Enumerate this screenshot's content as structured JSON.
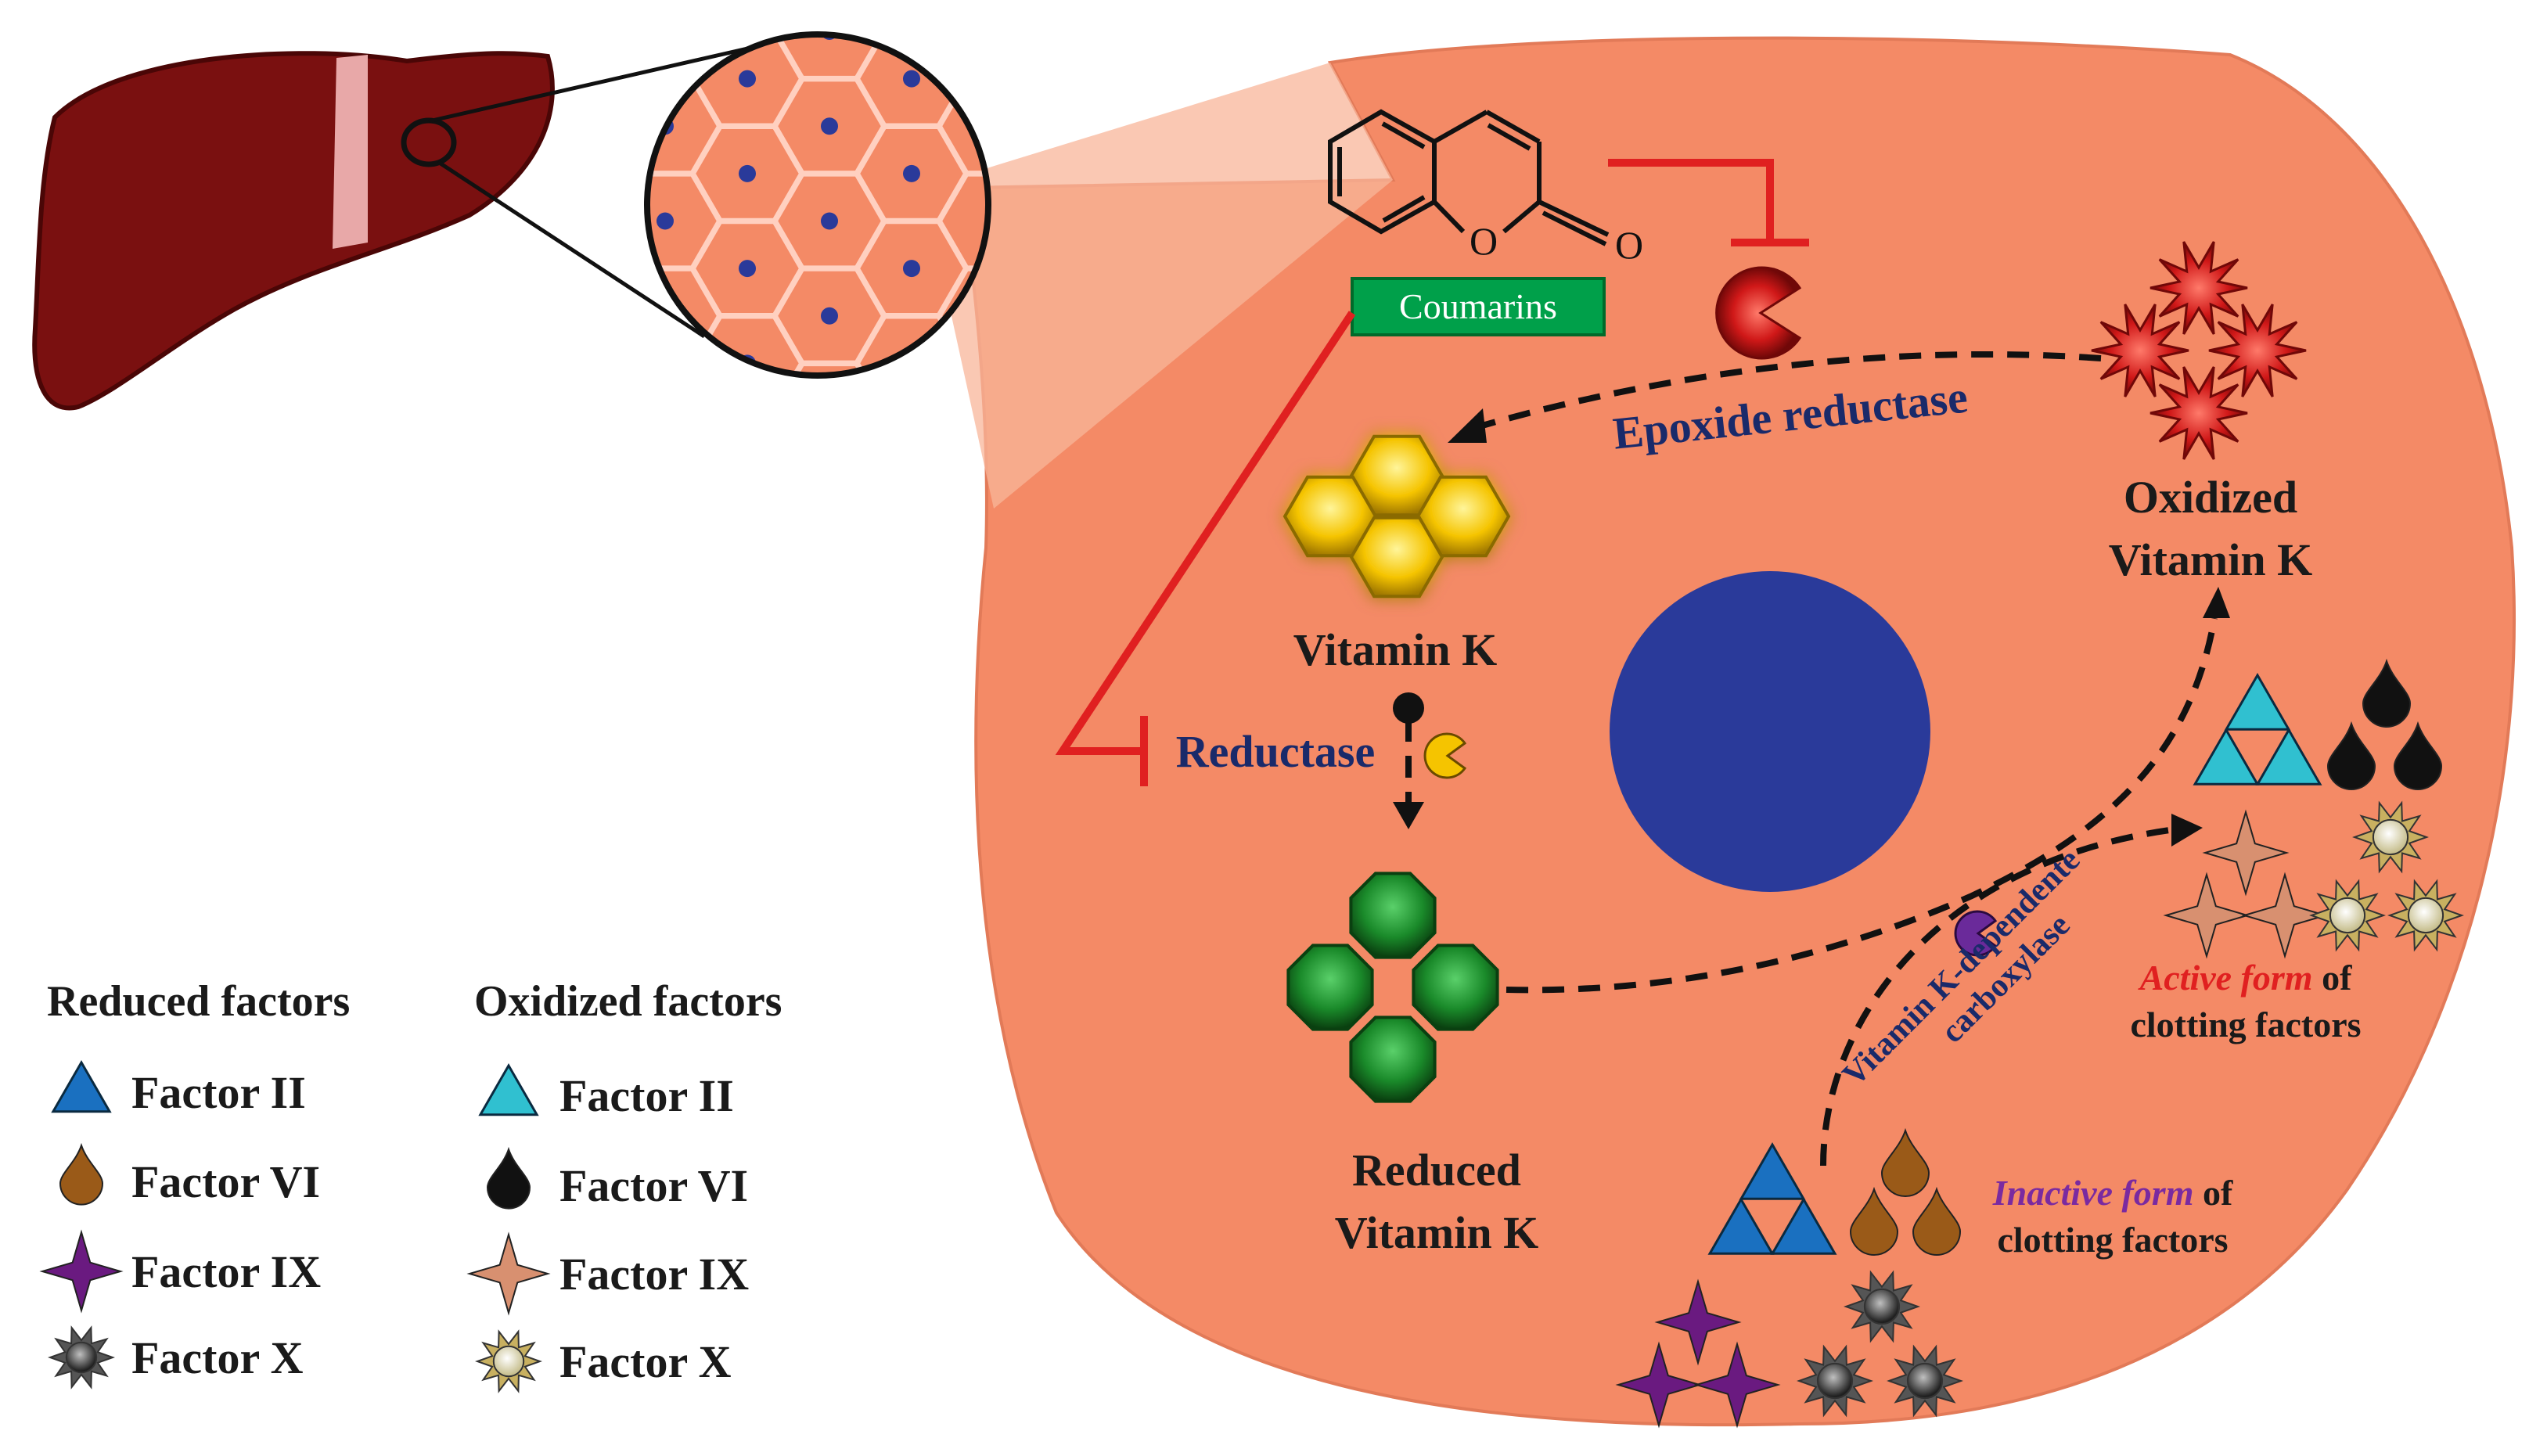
{
  "labels": {
    "coumarin_o_ring": "O",
    "coumarin_o_carbonyl": "O",
    "coumarins": "Coumarins",
    "epoxide_reductase": "Epoxide reductase",
    "oxidized_vk_line1": "Oxidized",
    "oxidized_vk_line2": "Vitamin K",
    "vitamin_k": "Vitamin K",
    "reductase": "Reductase",
    "reduced_vk_line1": "Reduced",
    "reduced_vk_line2": "Vitamin K",
    "carboxylase_line1": "Vitamin K-dependente",
    "carboxylase_line2": "carboxylase",
    "active_italic": "Active form",
    "active_of": " of",
    "active_line2": "clotting factors",
    "inactive_italic": "Inactive form",
    "inactive_of": " of",
    "inactive_line2": "clotting factors"
  },
  "legend": {
    "reduced_title": "Reduced factors",
    "oxidized_title": "Oxidized factors",
    "reduced": [
      "Factor II",
      "Factor VI",
      "Factor IX",
      "Factor X"
    ],
    "oxidized": [
      "Factor II",
      "Factor VI",
      "Factor IX",
      "Factor X"
    ]
  },
  "colors": {
    "background": "#ffffff",
    "liver": "#7a1010",
    "cell": "#f48a66",
    "nucleus": "#2a3a9a",
    "inhibition": "#e02020",
    "coumarins_box": "#00a04a",
    "vitamin_k": "#f5c400",
    "reduced_vitamin_k": "#1a8a2a",
    "oxidized_vitamin_k": "#d01818",
    "label_text": "#1a1a1a",
    "enzyme_text": "#1a2a6a",
    "active_form_text": "#e02020",
    "inactive_form_text": "#7a2aa0",
    "factor_ii_reduced": "#1a70c0",
    "factor_ii_oxidized": "#30c0d0",
    "factor_vi_reduced": "#9a5a18",
    "factor_vi_oxidized": "#111111",
    "factor_ix_reduced": "#6a1a80",
    "factor_ix_oxidized": "#d89070",
    "factor_x_reduced": "#333333",
    "factor_x_oxidized": "#e8e0a8"
  }
}
